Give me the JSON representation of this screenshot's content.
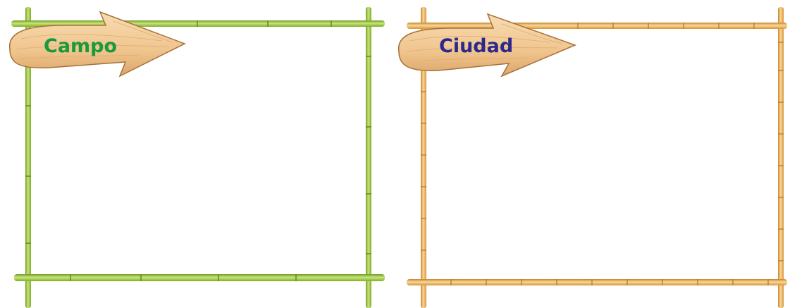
{
  "frames": [
    {
      "id": "campo",
      "label": "Campo",
      "label_color": "#1a9a3a",
      "bamboo_color": "#9fcc3c",
      "bamboo_dark": "#6f9b22",
      "bamboo_light": "#c9e57a"
    },
    {
      "id": "ciudad",
      "label": "Ciudad",
      "label_color": "#2b2a8c",
      "bamboo_color": "#f2b65a",
      "bamboo_dark": "#c98427",
      "bamboo_light": "#f9d79a"
    }
  ],
  "sign_colors": {
    "wood": "#f3cfa0",
    "wood_dark": "#c9935a",
    "grain": "#e3b47c",
    "outline": "#a8703a"
  }
}
